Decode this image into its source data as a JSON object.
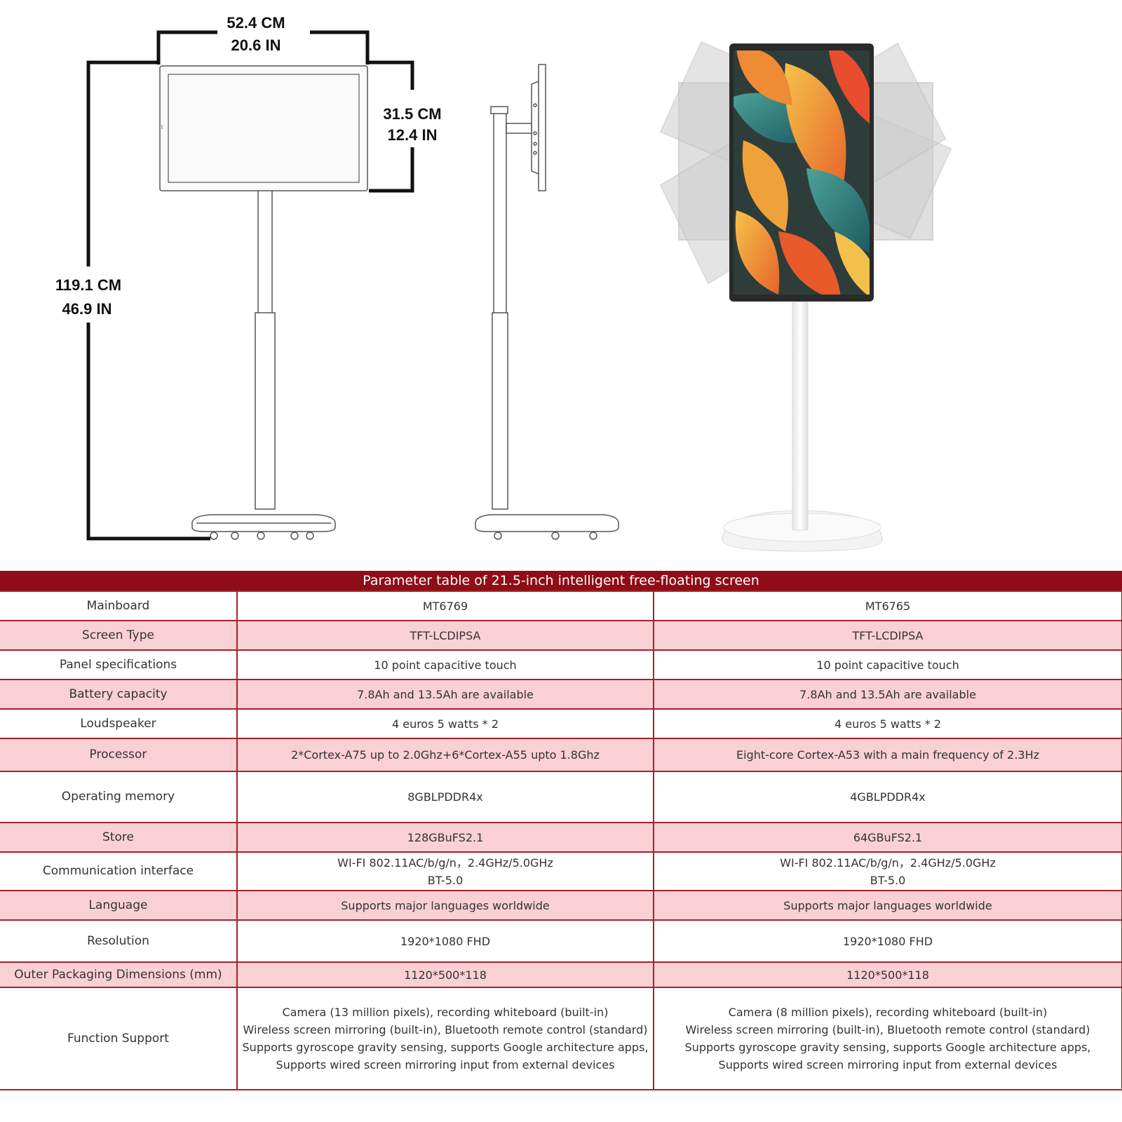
{
  "dimensions": {
    "width_cm": "52.4 CM",
    "width_in": "20.6 IN",
    "screen_height_cm": "31.5 CM",
    "screen_height_in": "12.4 IN",
    "total_height_cm": "119.1 CM",
    "total_height_in": "46.9 IN"
  },
  "table": {
    "title": "Parameter table of 21.5-inch intelligent free-floating screen",
    "rows": [
      {
        "label": "Mainboard",
        "col1": [
          "MT6769"
        ],
        "col2": [
          "MT6765"
        ]
      },
      {
        "label": "Screen Type",
        "col1": [
          "TFT-LCDIPSA"
        ],
        "col2": [
          "TFT-LCDIPSA"
        ]
      },
      {
        "label": "Panel specifications",
        "col1": [
          "10 point capacitive touch"
        ],
        "col2": [
          "10 point capacitive touch"
        ]
      },
      {
        "label": "Battery capacity",
        "col1": [
          "7.8Ah and 13.5Ah are available"
        ],
        "col2": [
          "7.8Ah and 13.5Ah are available"
        ]
      },
      {
        "label": "Loudspeaker",
        "col1": [
          "4 euros 5 watts * 2"
        ],
        "col2": [
          "4 euros 5 watts * 2"
        ]
      },
      {
        "label": "Processor",
        "col1": [
          "2*Cortex-A75 up to 2.0Ghz+6*Cortex-A55 upto 1.8Ghz"
        ],
        "col2": [
          "Eight-core Cortex-A53 with a main frequency of 2.3Hz"
        ]
      },
      {
        "label": "Operating memory",
        "col1": [
          "8GBLPDDR4x"
        ],
        "col2": [
          "4GBLPDDR4x"
        ]
      },
      {
        "label": "Store",
        "col1": [
          "128GBuFS2.1"
        ],
        "col2": [
          "64GBuFS2.1"
        ]
      },
      {
        "label": "Communication interface",
        "col1": [
          "WI-FI 802.11AC/b/g/n，2.4GHz/5.0GHz",
          "BT-5.0"
        ],
        "col2": [
          "WI-FI 802.11AC/b/g/n，2.4GHz/5.0GHz",
          "BT-5.0"
        ]
      },
      {
        "label": "Language",
        "col1": [
          "Supports major languages worldwide"
        ],
        "col2": [
          "Supports major languages worldwide"
        ]
      },
      {
        "label": "Resolution",
        "col1": [
          "1920*1080 FHD"
        ],
        "col2": [
          "1920*1080 FHD"
        ]
      },
      {
        "label": "Outer Packaging Dimensions (mm)",
        "col1": [
          "1120*500*118"
        ],
        "col2": [
          "1120*500*118"
        ]
      },
      {
        "label": "Function Support",
        "col1": [
          "Camera (13 million pixels), recording whiteboard (built-in)",
          "Wireless screen mirroring (built-in), Bluetooth remote control (standard)",
          "Supports gyroscope gravity sensing, supports Google architecture apps,",
          "Supports wired screen mirroring input from external devices"
        ],
        "col2": [
          "Camera (8 million pixels), recording whiteboard (built-in)",
          "Wireless screen mirroring (built-in), Bluetooth remote control (standard)",
          "Supports gyroscope gravity sensing, supports Google architecture apps,",
          "Supports wired screen mirroring input from external devices"
        ]
      }
    ]
  },
  "colors": {
    "header_bg": "#8f0d16",
    "border": "#a5222d",
    "pink_row": "#f9d0d4"
  }
}
